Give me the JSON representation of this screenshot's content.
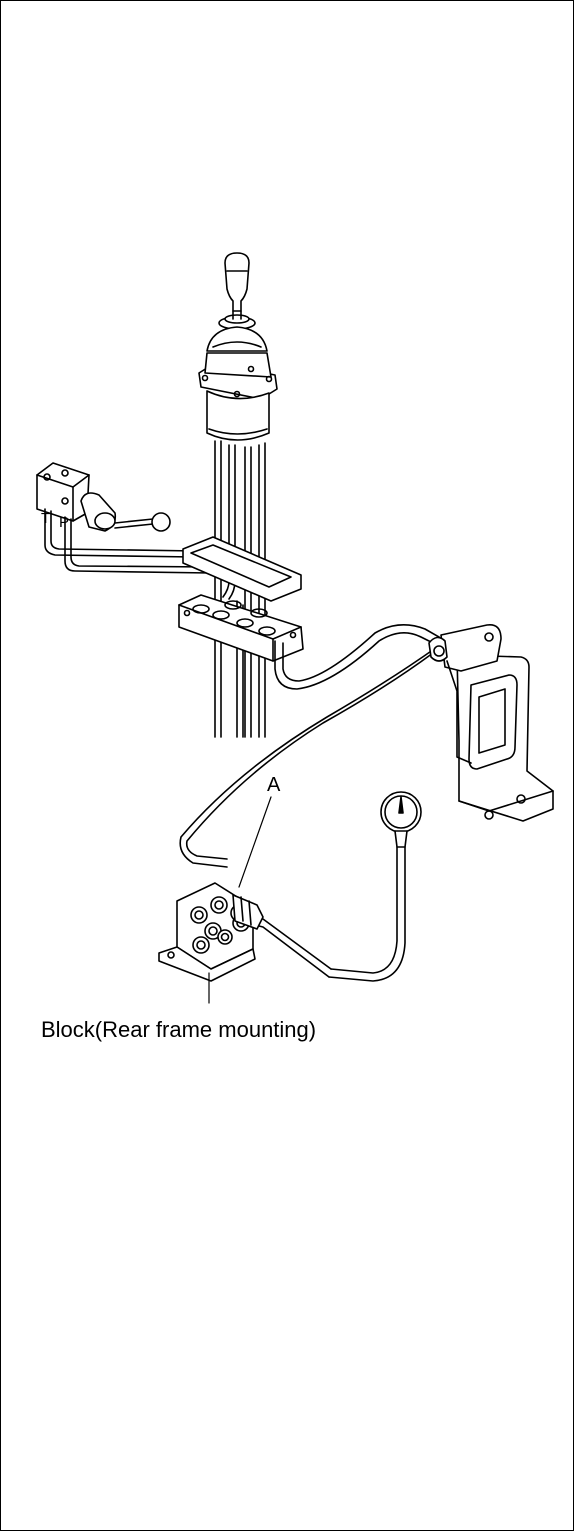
{
  "labels": {
    "port_t": "T",
    "port_p": "P",
    "callout_a": "A",
    "block_caption": "Block(Rear frame mounting)"
  },
  "colors": {
    "line": "#000000",
    "background": "#ffffff"
  }
}
